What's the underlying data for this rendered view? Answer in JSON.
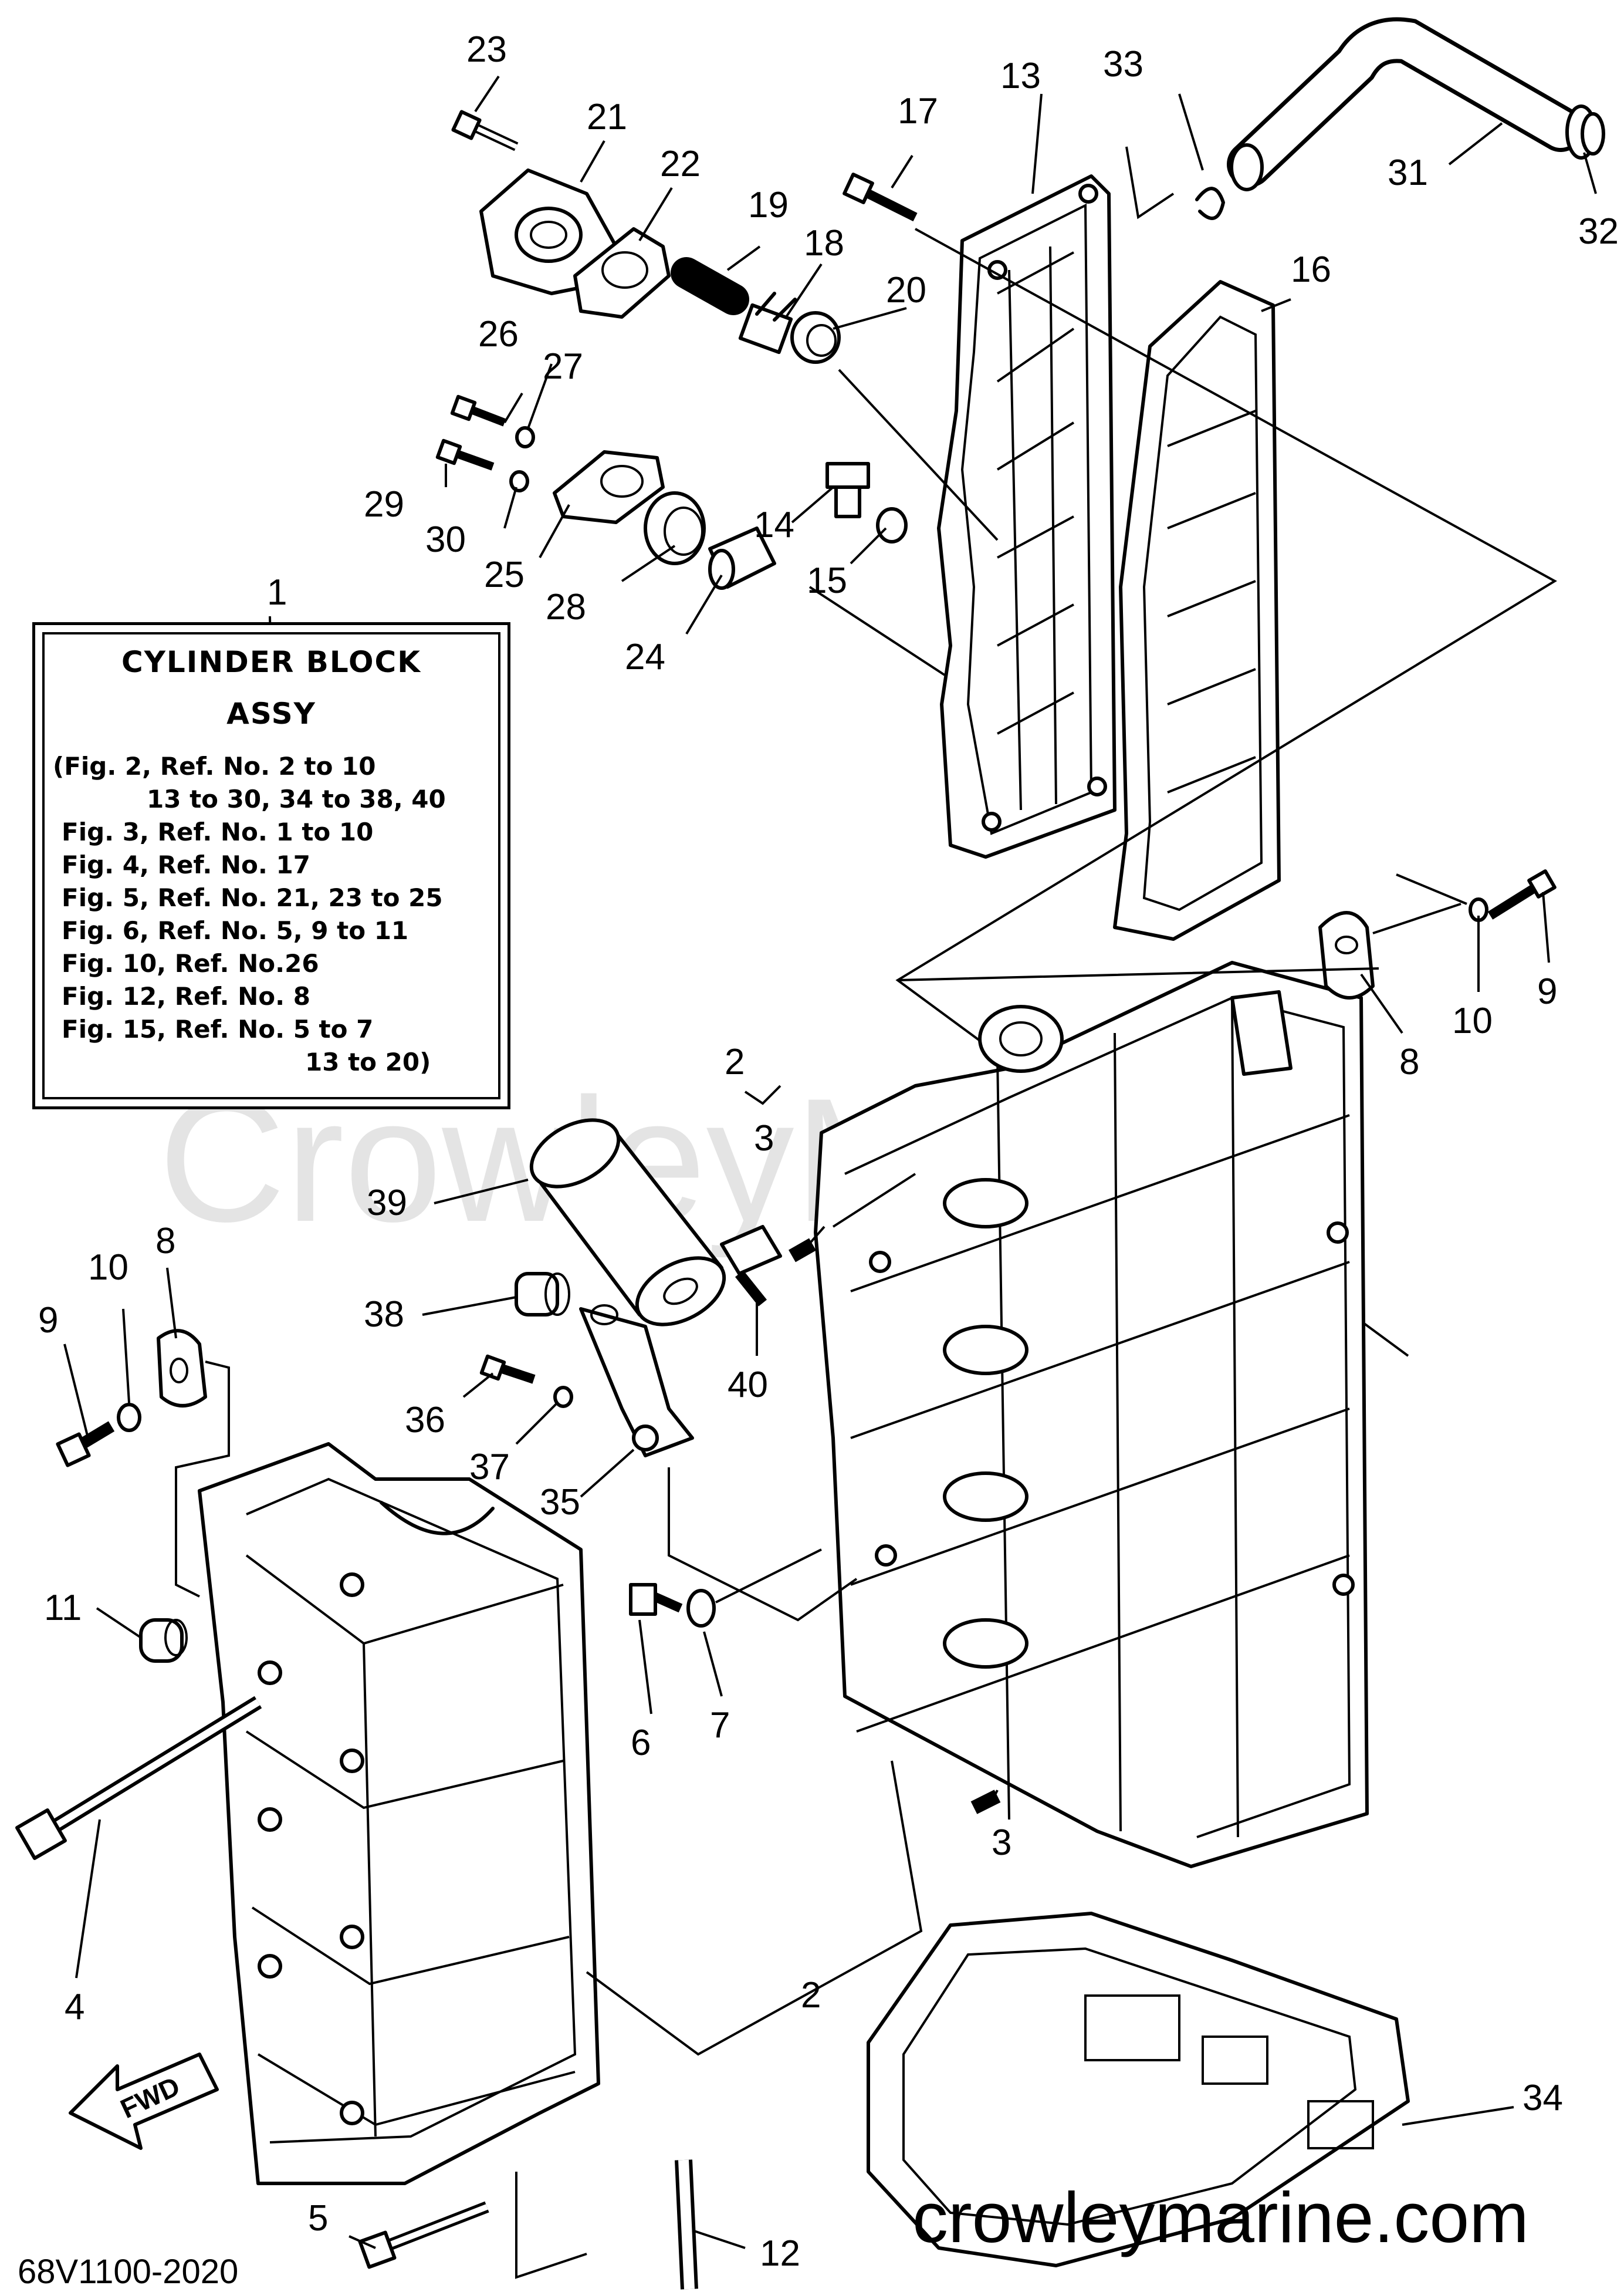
{
  "assy_box": {
    "title": "CYLINDER BLOCK",
    "subtitle": "ASSY",
    "lines": [
      "(Fig. 2, Ref. No. 2 to 10",
      "13 to 30, 34 to 38, 40",
      "Fig. 3, Ref. No. 1 to 10",
      "Fig. 4, Ref. No. 17",
      "Fig. 5, Ref. No. 21, 23 to 25",
      "Fig. 6, Ref. No. 5, 9 to 11",
      "Fig. 10, Ref. No.26",
      "Fig. 12, Ref. No. 8",
      "Fig. 15, Ref. No. 5 to 7",
      "13 to 20)"
    ]
  },
  "refs": {
    "r1": "1",
    "r2a": "2",
    "r2b": "2",
    "r3a": "3",
    "r3b": "3",
    "r4": "4",
    "r5": "5",
    "r6": "6",
    "r7": "7",
    "r8a": "8",
    "r8b": "8",
    "r9a": "9",
    "r9b": "9",
    "r10a": "10",
    "r10b": "10",
    "r11": "11",
    "r12": "12",
    "r13": "13",
    "r14": "14",
    "r15": "15",
    "r16": "16",
    "r17": "17",
    "r18": "18",
    "r19": "19",
    "r20": "20",
    "r21": "21",
    "r22": "22",
    "r23": "23",
    "r24": "24",
    "r25": "25",
    "r26": "26",
    "r27": "27",
    "r28": "28",
    "r29": "29",
    "r30": "30",
    "r31": "31",
    "r32": "32",
    "r33": "33",
    "r34": "34",
    "r35": "35",
    "r36": "36",
    "r37": "37",
    "r38": "38",
    "r39": "39",
    "r40": "40"
  },
  "fwd_label": "FWD",
  "drawing_code": "68V1100-2020",
  "website": "crowleymarine.com",
  "watermark": "CrowleyMarine"
}
